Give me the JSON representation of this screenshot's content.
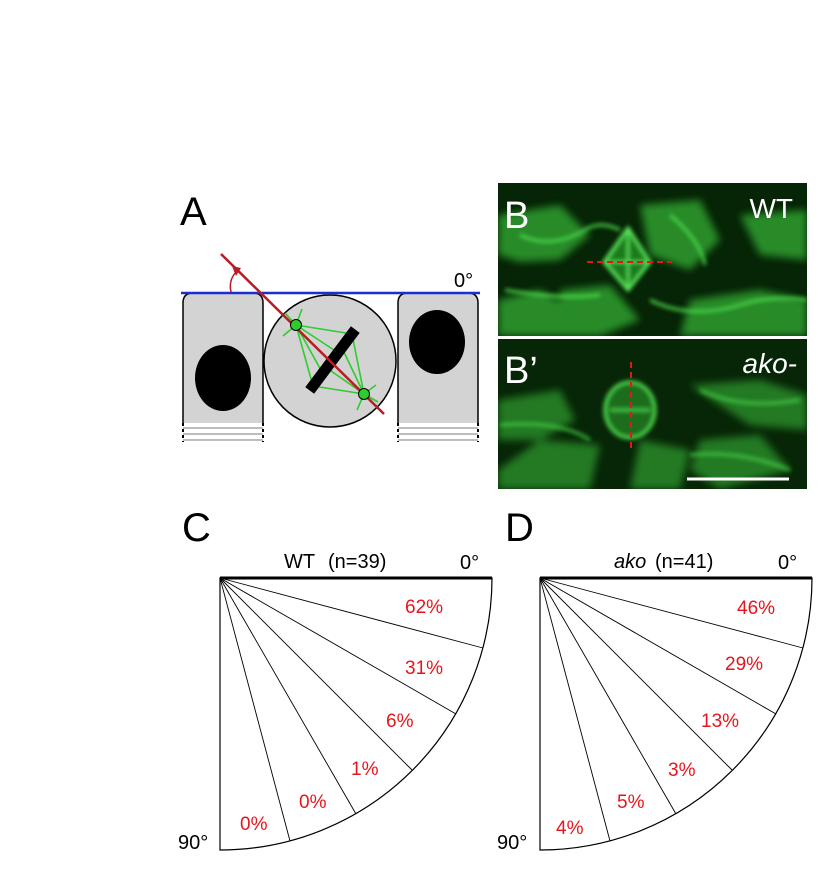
{
  "panels": {
    "a": {
      "letter": "A",
      "angle_label": "0°"
    },
    "b": {
      "letter": "B",
      "condition": "WT"
    },
    "b_prime": {
      "letter": "B’",
      "condition": "ako-"
    },
    "c": {
      "letter": "C",
      "title_name": "WT",
      "title_n": "(n=39)",
      "start_angle": "0°",
      "end_angle": "90°",
      "percentages": [
        "62%",
        "31%",
        "6%",
        "1%",
        "0%",
        "0%"
      ]
    },
    "d": {
      "letter": "D",
      "title_name": "ako",
      "title_n": "(n=41)",
      "start_angle": "0°",
      "end_angle": "90°",
      "percentages": [
        "46%",
        "29%",
        "13%",
        "3%",
        "5%",
        "4%"
      ]
    }
  },
  "colors": {
    "cell_fill": "#d3d3d3",
    "plane_line": "#1a2fd0",
    "spindle_axis": "#b81d24",
    "microtubules": "#2ecc2e",
    "percentage_text": "#e8141c",
    "micrograph_bg": "#062406",
    "fluorescence": "#33cc33"
  }
}
